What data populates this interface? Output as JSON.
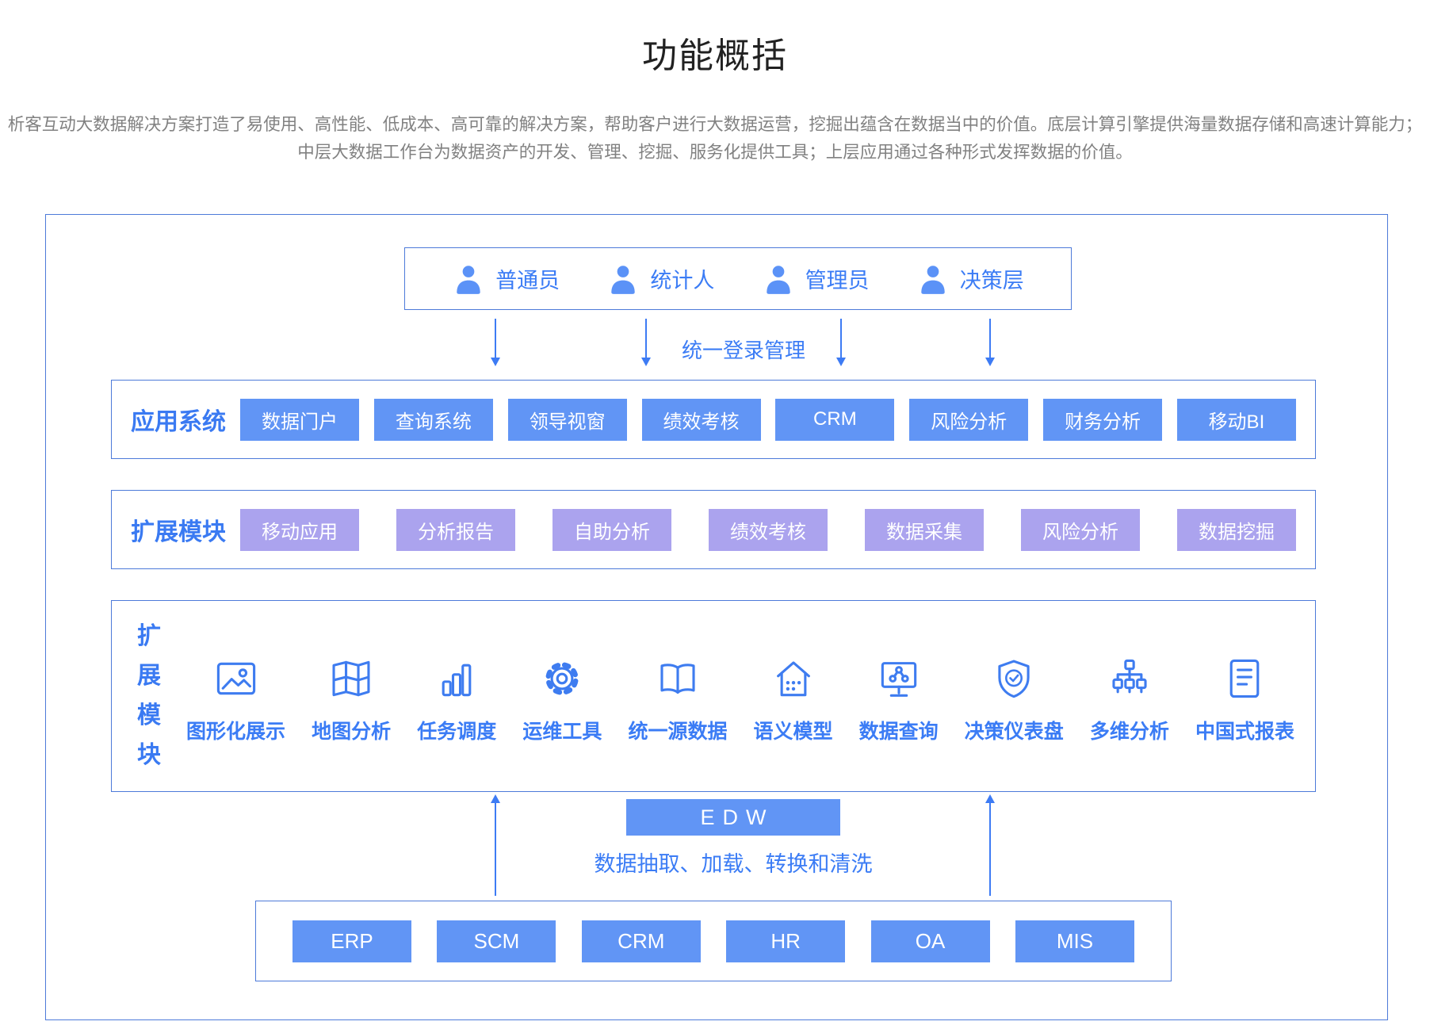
{
  "page": {
    "title": "功能概括",
    "description": "析客互动大数据解决方案打造了易使用、高性能、低成本、高可靠的解决方案，帮助客户进行大数据运营，挖掘出蕴含在数据当中的价值。底层计算引擎提供海量数据存储和高速计算能力；中层大数据工作台为数据资产的开发、管理、挖掘、服务化提供工具；上层应用通过各种形式发挥数据的价值。"
  },
  "colors": {
    "primary_blue": "#6195f5",
    "purple": "#aba3ee",
    "border_blue": "#4d7ad9",
    "text_blue": "#3b7cf5"
  },
  "users": {
    "login_label": "统一登录管理",
    "items": [
      {
        "icon": "user-icon",
        "label": "普通员"
      },
      {
        "icon": "user-icon",
        "label": "统计人"
      },
      {
        "icon": "user-icon",
        "label": "管理员"
      },
      {
        "icon": "user-icon",
        "label": "决策层"
      }
    ]
  },
  "app_row": {
    "label": "应用系统",
    "items": [
      "数据门户",
      "查询系统",
      "领导视窗",
      "绩效考核",
      "CRM",
      "风险分析",
      "财务分析",
      "移动BI"
    ]
  },
  "ext_row": {
    "label": "扩展模块",
    "items": [
      "移动应用",
      "分析报告",
      "自助分析",
      "绩效考核",
      "数据采集",
      "风险分析",
      "数据挖掘"
    ]
  },
  "tools_row": {
    "label": "扩展模块",
    "items": [
      {
        "icon": "image-icon",
        "label": "图形化展示"
      },
      {
        "icon": "map-icon",
        "label": "地图分析"
      },
      {
        "icon": "bar-chart-icon",
        "label": "任务调度"
      },
      {
        "icon": "gear-icon",
        "label": "运维工具"
      },
      {
        "icon": "book-icon",
        "label": "统一源数据"
      },
      {
        "icon": "house-icon",
        "label": "语义模型"
      },
      {
        "icon": "monitor-share-icon",
        "label": "数据查询"
      },
      {
        "icon": "shield-check-icon",
        "label": "决策仪表盘"
      },
      {
        "icon": "sitemap-icon",
        "label": "多维分析"
      },
      {
        "icon": "document-icon",
        "label": "中国式报表"
      }
    ]
  },
  "edw": {
    "label": "EDW",
    "etl_label": "数据抽取、加载、转换和清洗"
  },
  "sources_row": {
    "items": [
      "ERP",
      "SCM",
      "CRM",
      "HR",
      "OA",
      "MIS"
    ]
  }
}
